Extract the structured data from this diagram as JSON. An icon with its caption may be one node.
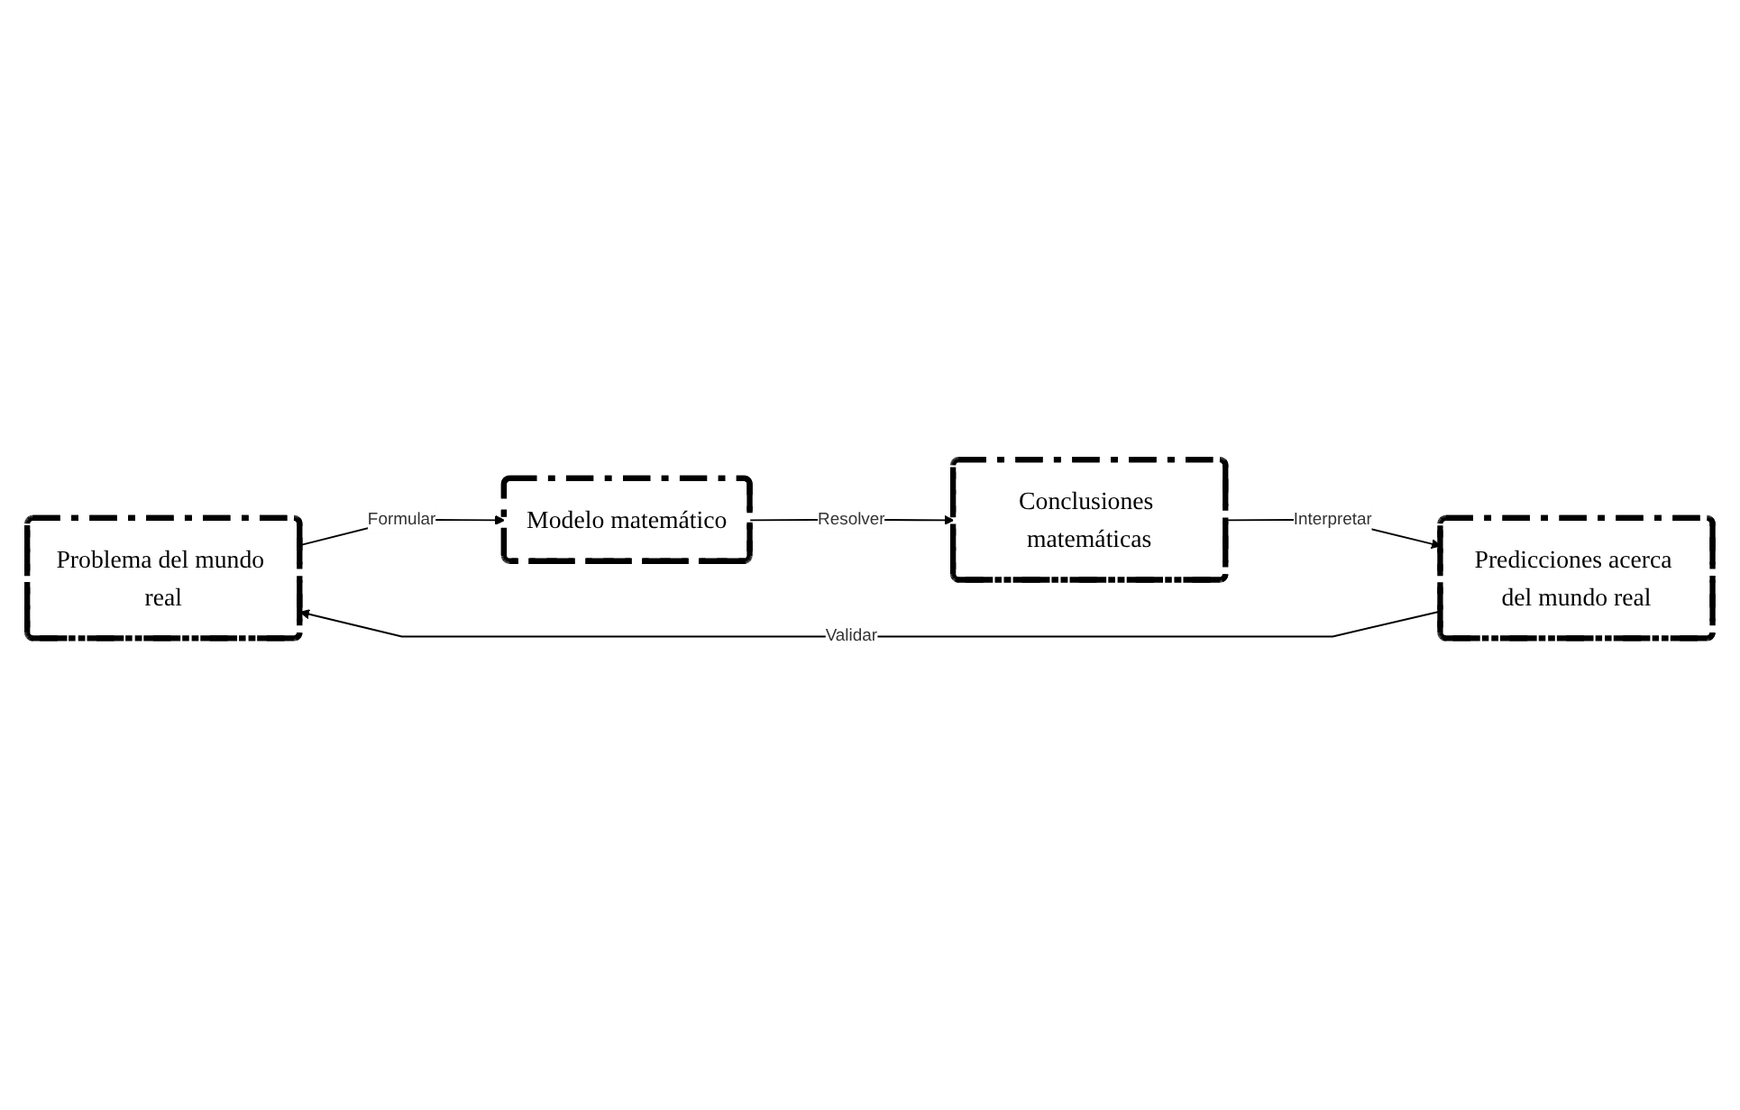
{
  "diagram": {
    "nodes": [
      {
        "text": [
          "Problema del mundo real"
        ]
      },
      {
        "text": [
          "Modelo matemático"
        ]
      },
      {
        "text": [
          "Conclusiones matemáticas"
        ]
      },
      {
        "text": [
          "Predicciones acerca del mundo real"
        ]
      }
    ],
    "edges": [
      {
        "from": 0,
        "to": 1,
        "arrow": "to",
        "label": "Formular"
      },
      {
        "from": 1,
        "to": 2,
        "arrow": "to",
        "label": "Resolver"
      },
      {
        "from": 2,
        "to": 3,
        "arrow": "to",
        "label": "Interpretar"
      },
      {
        "from": 3,
        "to": 0,
        "arrow": "to",
        "label": "Validar"
      }
    ]
  }
}
